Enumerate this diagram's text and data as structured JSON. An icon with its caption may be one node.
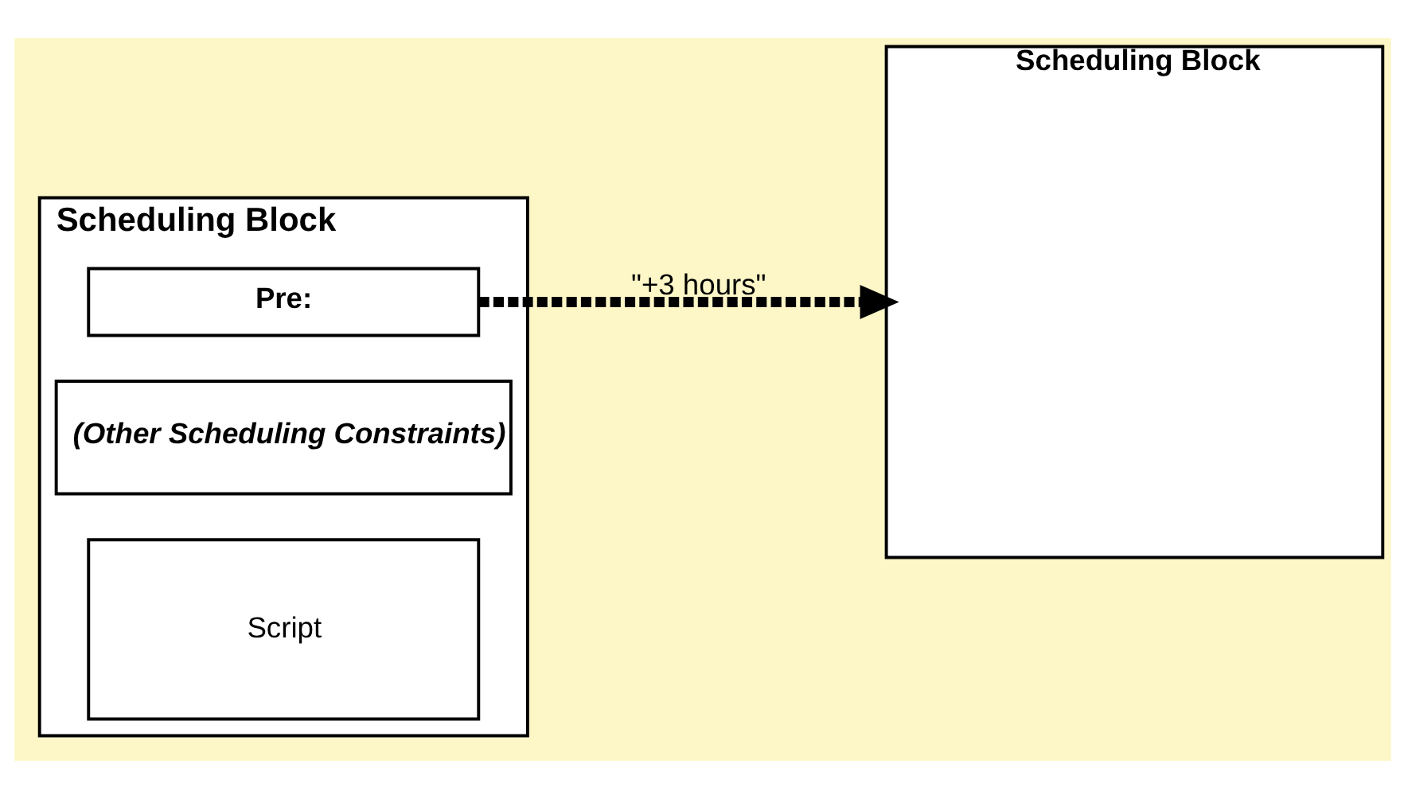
{
  "diagram": {
    "nodes": [
      {
        "text": [
          "Scheduling Block"
        ]
      },
      {
        "text": [
          "Pre:"
        ],
        "in": 0
      },
      {
        "text": [
          "(Other Scheduling Constraints)"
        ],
        "in": 0
      },
      {
        "text": [
          "Script"
        ],
        "in": 0
      },
      {
        "text": [
          "Scheduling Block"
        ]
      }
    ],
    "edges": [
      {
        "from": 1,
        "to": 4,
        "arrow": "to",
        "label": "\"+3 hours\"",
        "style": "dashed"
      }
    ]
  }
}
